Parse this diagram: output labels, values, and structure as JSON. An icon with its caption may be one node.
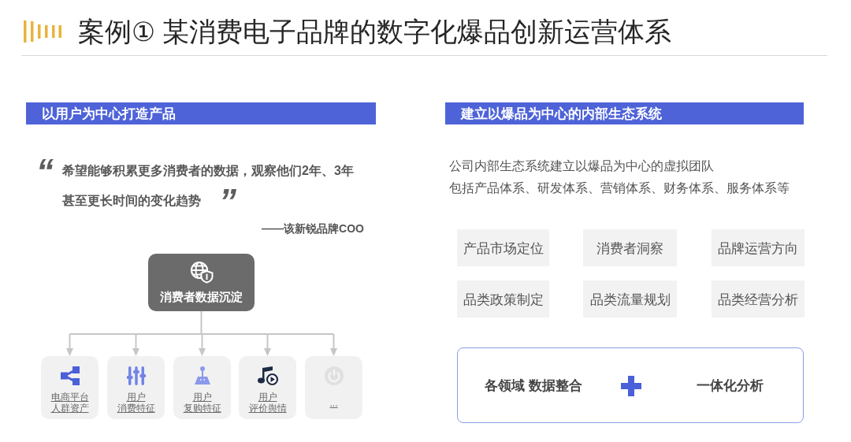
{
  "diagram": {
    "title": "案例① 某消费电子品牌的数字化爆品创新运营体系",
    "nodes": [
      {
        "text": [
          "以用户为中心打造产品"
        ]
      },
      {
        "text": [
          "消费者数据沉淀"
        ]
      },
      {
        "text": [
          "电商平台",
          "人群资产"
        ]
      },
      {
        "text": [
          "用户",
          "消费特征"
        ]
      },
      {
        "text": [
          "用户",
          "复购特征"
        ]
      },
      {
        "text": [
          "用户",
          "评价舆情"
        ]
      },
      {
        "text": [
          "..."
        ]
      },
      {
        "text": [
          "建立以爆品为中心的内部生态系统"
        ]
      },
      {
        "text": [
          "产品市场定位"
        ]
      },
      {
        "text": [
          "消费者洞察"
        ]
      },
      {
        "text": [
          "品牌运营方向"
        ]
      },
      {
        "text": [
          "品类政策制定"
        ]
      },
      {
        "text": [
          "品类流量规划"
        ]
      },
      {
        "text": [
          "品类经营分析"
        ]
      },
      {
        "text": [
          "各领域 数据整合",
          "一体化分析"
        ]
      }
    ],
    "edges": [
      {
        "from": 1,
        "to": 2,
        "arrow": "to"
      },
      {
        "from": 1,
        "to": 3,
        "arrow": "to"
      },
      {
        "from": 1,
        "to": 4,
        "arrow": "to"
      },
      {
        "from": 1,
        "to": 5,
        "arrow": "to"
      },
      {
        "from": 1,
        "to": 6,
        "arrow": "to"
      }
    ],
    "labels": [
      "“",
      "希望能够积累更多消费者的数据，观察他们2年、3年",
      "甚至更长时间的变化趋势",
      "”",
      "——该新锐品牌COO",
      "公司内部生态系统建立以爆品为中心的虚拟团队",
      "包括产品体系、研发体系、营销体系、财务体系、服务体系等"
    ]
  }
}
